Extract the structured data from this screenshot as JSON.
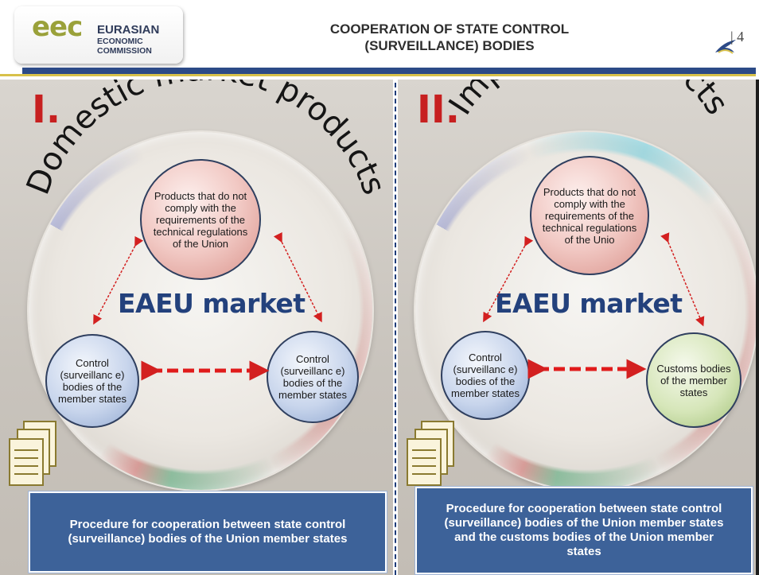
{
  "header": {
    "logo": {
      "mark": "eec",
      "line1": "EURASIAN",
      "line2": "ECONOMIC",
      "line3": "COMMISSION"
    },
    "title_line1": "COOPERATION OF STATE CONTROL",
    "title_line2": "(SURVEILLANCE) BODIES",
    "page_number": "| 4",
    "emblem_icon": "bird-emblem-icon"
  },
  "colors": {
    "accent_blue": "#2c4a87",
    "numeral_red": "#c72020",
    "market_blue": "#23417c",
    "footer_blue": "#3d6299"
  },
  "left_panel": {
    "numeral": "I.",
    "arc_title": "Domestic market products",
    "center_label": "EAEU market",
    "top_circle": "Products that do not comply with the requirements of the technical regulations of the Union",
    "left_circle": "Control (surveillanc e) bodies of the member states",
    "right_circle": "Control (surveillanc e) bodies of the member states",
    "footer": "Procedure for cooperation between state control (surveillance) bodies of the Union member states"
  },
  "right_panel": {
    "numeral": "II.",
    "arc_title": "Imported products",
    "center_label": "EAEU market",
    "top_circle": "Products that do not comply with the requirements of the technical regulations of the Unio",
    "left_circle": "Control (surveillanc e) bodies of the member states",
    "right_circle": "Customs bodies of the member states",
    "footer": "Procedure for cooperation between state control (surveillance) bodies of the Union member states and the customs bodies of the Union member states"
  }
}
